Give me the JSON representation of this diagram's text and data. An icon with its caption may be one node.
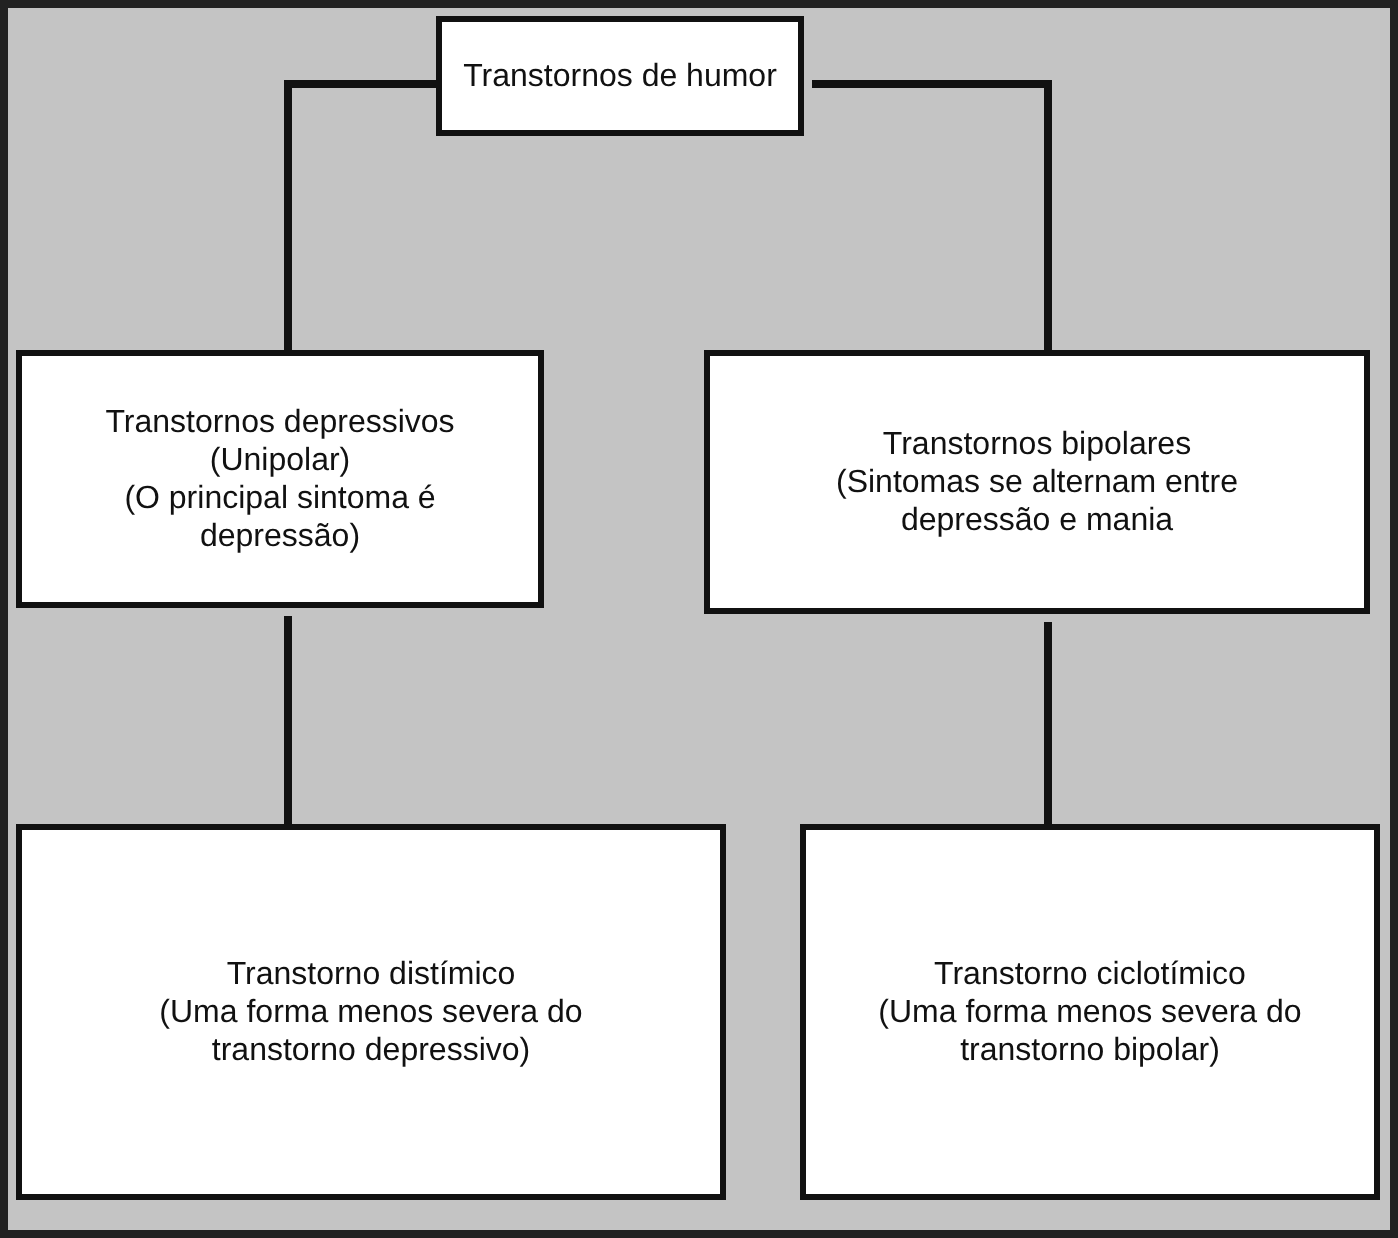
{
  "diagram": {
    "nodes": [
      {
        "text": [
          "Transtornos de humor"
        ]
      },
      {
        "text": [
          "Transtornos depressivos",
          "(Unipolar)",
          "(O principal sintoma é depressão)"
        ]
      },
      {
        "text": [
          "Transtornos bipolares",
          "(Sintomas se alternam entre depressão e mania"
        ]
      },
      {
        "text": [
          "Transtorno distímico",
          "(Uma forma menos severa do transtorno depressivo)"
        ]
      },
      {
        "text": [
          "Transtorno ciclotímico",
          "(Uma forma menos severa do transtorno bipolar)"
        ]
      }
    ],
    "edges": [
      {
        "from": 0,
        "to": 1,
        "arrow": "none"
      },
      {
        "from": 0,
        "to": 2,
        "arrow": "none"
      },
      {
        "from": 1,
        "to": 3,
        "arrow": "none"
      },
      {
        "from": 2,
        "to": 4,
        "arrow": "none"
      }
    ]
  }
}
